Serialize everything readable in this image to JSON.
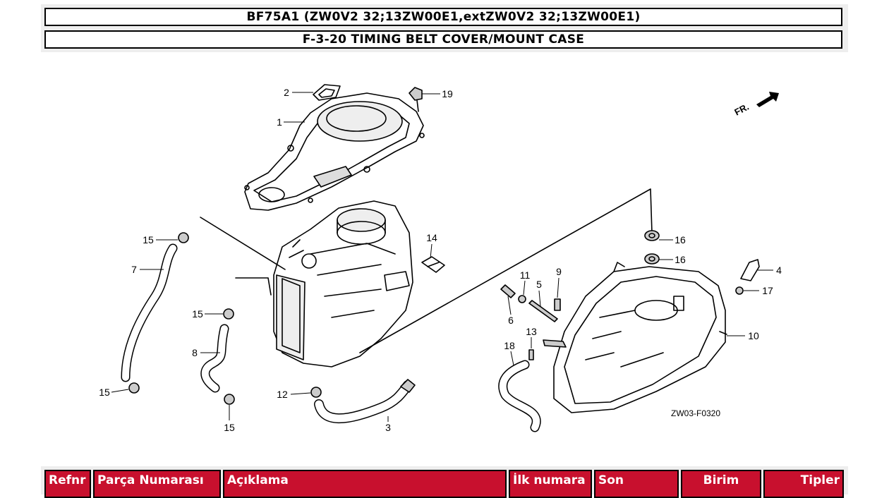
{
  "header": {
    "model": "BF75A1 (ZW0V2 32;13ZW00E1,extZW0V2 32;13ZW00E1)",
    "section": "F-3-20 TIMING BELT COVER/MOUNT CASE"
  },
  "diagram": {
    "direction_label": "FR.",
    "figure_code": "ZW03-F0320",
    "callouts": [
      "1",
      "2",
      "3",
      "4",
      "5",
      "6",
      "7",
      "8",
      "9",
      "10",
      "11",
      "12",
      "13",
      "14",
      "15",
      "16",
      "17",
      "18",
      "19"
    ]
  },
  "table": {
    "columns": [
      "Refnr",
      "Parça Numarası",
      "Açıklama",
      "İlk numara",
      "Son",
      "Birim",
      "Tipler"
    ]
  }
}
